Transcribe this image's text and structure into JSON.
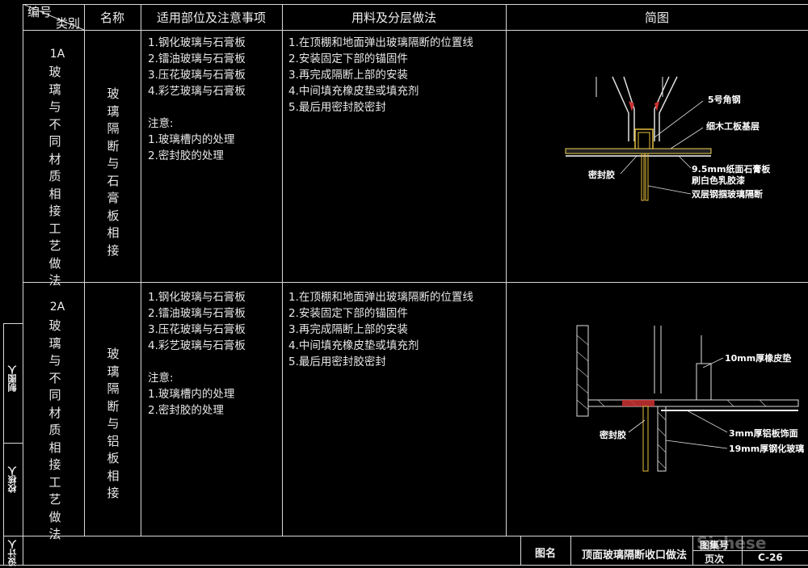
{
  "header": {
    "corner_top": "编号",
    "corner_bottom": "类别",
    "name": "名称",
    "scope": "适用部位及注意事项",
    "method": "用料及分层做法",
    "diagram": "简图"
  },
  "rows": [
    {
      "code": "1A",
      "category": "玻璃与不同材质相接工艺做法",
      "name": "玻璃隔断与石膏板相接",
      "scope": "1.钢化玻璃与石膏板\n2.镭油玻璃与石膏板\n3.压花玻璃与石膏板\n4.彩艺玻璃与石膏板\n\n注意:\n1.玻璃槽内的处理\n2.密封胶的处理",
      "method": "1.在顶棚和地面弹出玻璃隔断的位置线\n2.安装固定下部的锚固件\n3.再完成隔断上部的安装\n4.中间填充橡皮垫或填充剂\n5.最后用密封胶密封",
      "labels": {
        "angle_steel": "5号角钢",
        "wood_base": "细木工板基层",
        "sealant": "密封胶",
        "gypsum": "9.5mm纸面石膏板",
        "paint": "刷白色乳胶漆",
        "glass": "双层钢掴玻璃隔断"
      }
    },
    {
      "code": "2A",
      "category": "玻璃与不同材质相接工艺做法",
      "name": "玻璃隔断与铝板相接",
      "scope": "1.钢化玻璃与石膏板\n2.镭油玻璃与石膏板\n3.压花玻璃与石膏板\n4.彩艺玻璃与石膏板\n\n注意:\n1.玻璃槽内的处理\n2.密封胶的处理",
      "method": "1.在顶棚和地面弹出玻璃隔断的位置线\n2.安装固定下部的锚固件\n3.再完成隔断上部的安装\n4.中间填充橡皮垫或填充剂\n5.最后用密封胶密封",
      "labels": {
        "rubber": "10mm厚橡皮垫",
        "sealant": "密封胶",
        "aluminum": "3mm厚铝板饰面",
        "glass": "19mm厚钢化玻璃"
      }
    }
  ],
  "side": {
    "drawn": "制图人",
    "checked": "校核人",
    "designed": "设计人"
  },
  "footer": {
    "title_label": "图名",
    "title_value": "顶面玻璃隔断收口做法",
    "atlas_label": "图集号",
    "page_label": "页次",
    "page_value": "C-26",
    "watermark": "Sichese"
  }
}
